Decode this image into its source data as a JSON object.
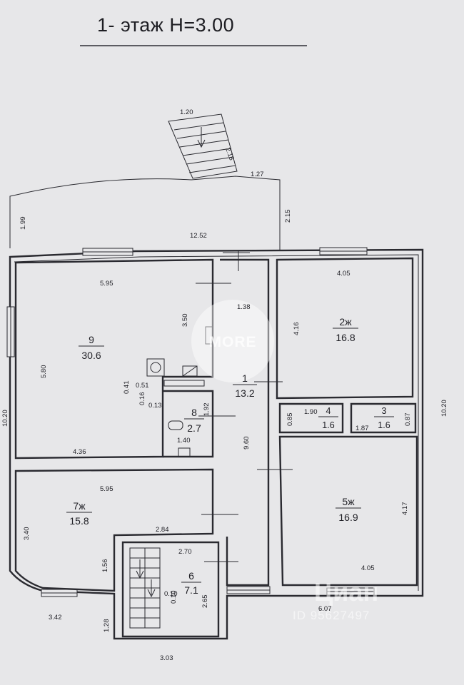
{
  "title": "1- этаж H=3.00",
  "dimensions": {
    "d_1_20": "1.20",
    "d_2_18": "2.18",
    "d_1_27": "1.27",
    "d_2_15": "2.15",
    "d_1_99": "1.99",
    "d_12_52": "12.52",
    "d_10_20_left": "10.20",
    "d_10_20_right": "10.20",
    "d_5_95_top": "5.95",
    "d_3_50": "3.50",
    "d_5_80": "5.80",
    "d_0_41": "0.41",
    "d_0_51": "0.51",
    "d_0_16": "0.16",
    "d_0_13": "0.13",
    "d_1_92": "1.92",
    "d_1_40": "1.40",
    "d_4_36": "4.36",
    "d_1_38": "1.38",
    "d_9_60": "9.60",
    "d_4_05_top": "4.05",
    "d_4_16": "4.16",
    "d_0_85": "0.85",
    "d_1_90": "1.90",
    "d_1_87": "1.87",
    "d_0_87": "0.87",
    "d_4_17": "4.17",
    "d_4_05_bottom": "4.05",
    "d_5_95_mid": "5.95",
    "d_3_40": "3.40",
    "d_2_84": "2.84",
    "d_1_56": "1.56",
    "d_2_70": "2.70",
    "d_0_10a": "0.10",
    "d_0_10b": "0.10",
    "d_2_65": "2.65",
    "d_3_42": "3.42",
    "d_1_28": "1.28",
    "d_3_03": "3.03",
    "d_6_07": "6.07"
  },
  "rooms": [
    {
      "id": "r1",
      "number": "1",
      "area": "13.2"
    },
    {
      "id": "r2",
      "number": "2ж",
      "area": "16.8"
    },
    {
      "id": "r3",
      "number": "3",
      "area": "1.6"
    },
    {
      "id": "r4",
      "number": "4",
      "area": "1.6"
    },
    {
      "id": "r5",
      "number": "5ж",
      "area": "16.9"
    },
    {
      "id": "r6",
      "number": "6",
      "area": "7.1"
    },
    {
      "id": "r7",
      "number": "7ж",
      "area": "15.8"
    },
    {
      "id": "r8",
      "number": "8",
      "area": "2.7"
    },
    {
      "id": "r9",
      "number": "9",
      "area": "30.6"
    }
  ],
  "watermarks": {
    "center_logo": "MORE",
    "brand": "Циан",
    "listing_id": "ID 95627497"
  },
  "colors": {
    "paper": "#e7e7e9",
    "ink": "#2a2a30"
  }
}
